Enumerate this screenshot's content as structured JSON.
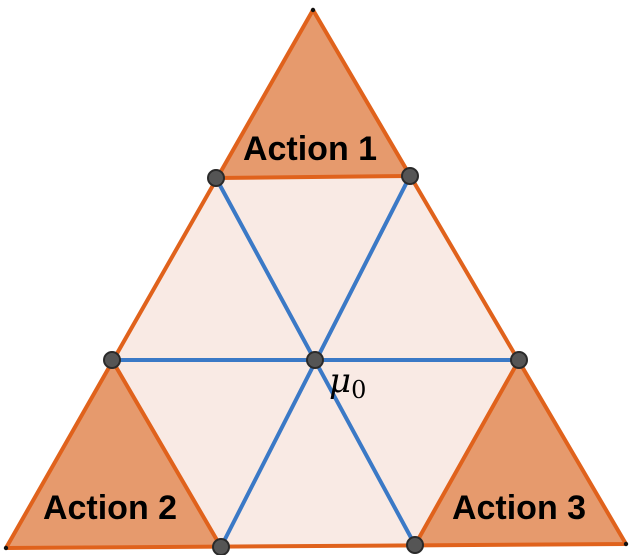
{
  "colors": {
    "inner_fill": "#f9eae4",
    "corner_fill": "#e69a6d",
    "triangle_edge": "#e0621c",
    "split_line": "#3b79c6",
    "node_fill": "#555555",
    "node_stroke": "#2a2a2a"
  },
  "corner_regions": [
    {
      "label": "Action 1"
    },
    {
      "label": "Action 2"
    },
    {
      "label": "Action 3"
    }
  ],
  "center_point": {
    "symbol": "μ",
    "subscript": "0"
  }
}
